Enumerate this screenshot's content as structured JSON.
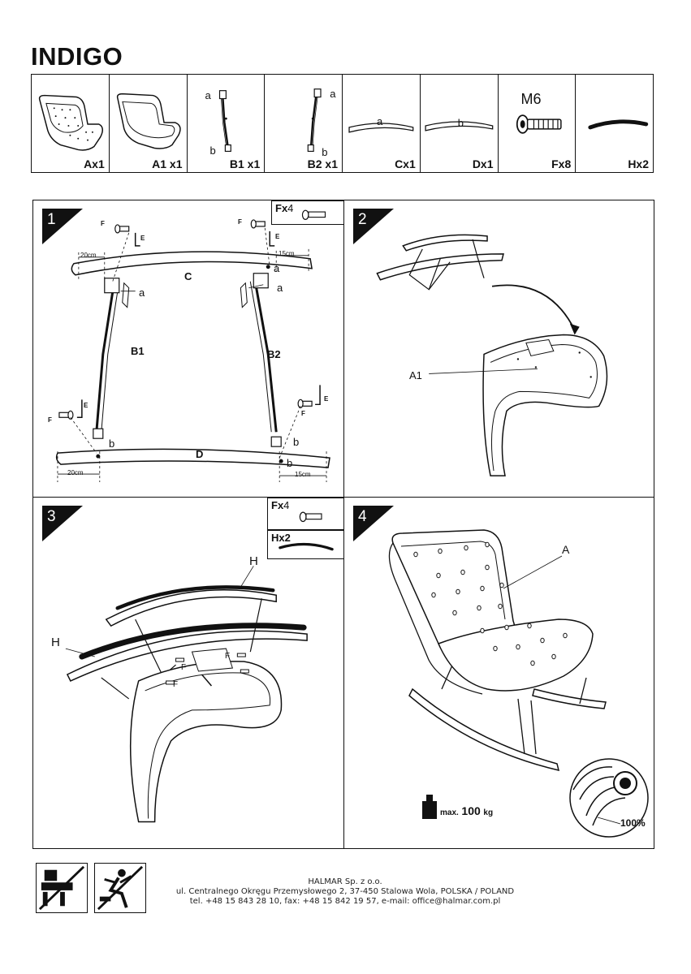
{
  "title": "INDIGO",
  "parts": [
    {
      "label": "Ax1",
      "icon": "seat-cushion-icon"
    },
    {
      "label": "A1 x1",
      "icon": "seat-shell-icon"
    },
    {
      "label": "B1 x1",
      "icon": "side-strut-icon",
      "tag_top": "a",
      "tag_bottom": "b"
    },
    {
      "label": "B2 x1",
      "icon": "side-strut-icon",
      "tag_top": "a",
      "tag_bottom": "b"
    },
    {
      "label": "Cx1",
      "icon": "rail-icon",
      "tag": "a"
    },
    {
      "label": "Dx1",
      "icon": "rail-icon",
      "tag": "b"
    },
    {
      "label": "Fx8",
      "icon": "bolt-icon",
      "size": "M6"
    },
    {
      "label": "Hx2",
      "icon": "armrest-pad-icon"
    }
  ],
  "steps": {
    "step1": {
      "number": "1",
      "fx": "Fx",
      "fx_count": "4",
      "labels": {
        "c": "C",
        "d": "D",
        "b1": "B1",
        "b2": "B2",
        "a": "a",
        "b": "b",
        "f": "F",
        "e": "E",
        "d20": "20cm",
        "d15": "15cm"
      }
    },
    "step2": {
      "number": "2",
      "labels": {
        "a1": "A1"
      }
    },
    "step3": {
      "number": "3",
      "fx": "Fx",
      "fx_count": "4",
      "hx": "Hx2",
      "labels": {
        "h": "H",
        "f": "F"
      }
    },
    "step4": {
      "number": "4",
      "labels": {
        "a": "A"
      },
      "max_prefix": "max.",
      "max_value": "100",
      "max_unit": "kg",
      "tighten": "100%"
    }
  },
  "footer": {
    "company": "HALMAR Sp. z o.o.",
    "address": "ul. Centralnego Okręgu Przemysłowego 2, 37-450 Stalowa Wola, POLSKA / POLAND",
    "contact": "tel. +48 15 843 28 10, fax: +48 15 842 19 57, e-mail: office@halmar.com.pl",
    "icons": [
      "no-sitting-on-edge-icon",
      "no-rocking-jump-icon"
    ]
  }
}
